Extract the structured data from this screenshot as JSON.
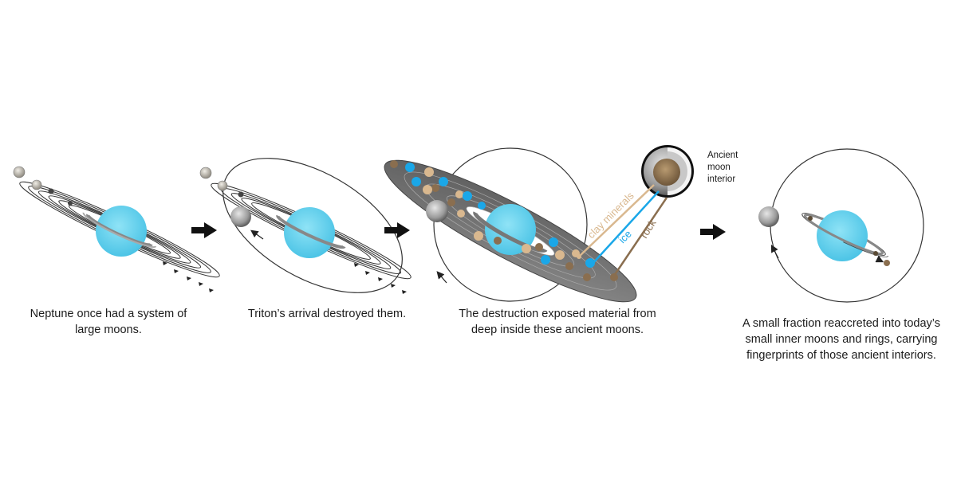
{
  "captions": {
    "panel1": [
      "Neptune once had a system of",
      "large moons."
    ],
    "panel2": [
      "Triton’s arrival destroyed them."
    ],
    "panel3": [
      "The destruction exposed material from",
      "deep inside these ancient moons."
    ],
    "panel4": [
      "A small fraction reaccreted into today’s",
      "small inner moons and rings, carrying",
      "fingerprints of those ancient interiors."
    ]
  },
  "inset": {
    "label": [
      "Ancient",
      "moon",
      "interior"
    ],
    "material_labels": {
      "clay": "clay minerals",
      "ice": "ice",
      "rock": "rock"
    }
  },
  "colors": {
    "neptune": "#5fd0ec",
    "ring": "#8c8c8c",
    "disk": "#6b6b6b",
    "ice": "#1aa7e8",
    "clay": "#d9b88f",
    "rock": "#8a6e4f",
    "arrow": "#111111"
  },
  "icons": {
    "arrows": [
      "right-arrow-icon",
      "right-arrow-icon",
      "right-arrow-icon"
    ],
    "moons": [
      "moon-icon"
    ],
    "triton": "triton-moon-icon"
  }
}
